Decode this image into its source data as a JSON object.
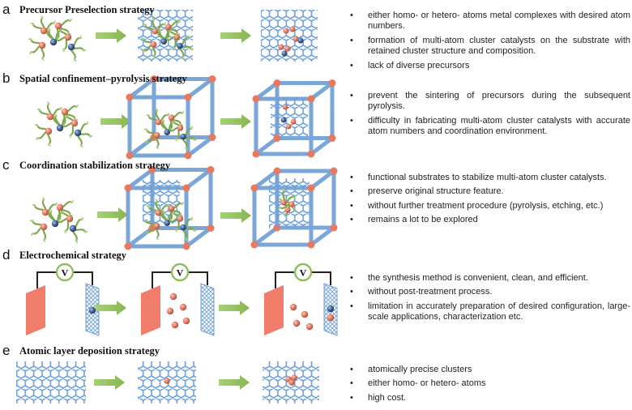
{
  "sections": [
    {
      "letter": "a",
      "title": "Precursor Preselection strategy",
      "bullets": [
        "either homo- or hetero- atoms metal complexes with desired atom numbers.",
        "formation of multi-atom cluster catalysts on the substrate with retained cluster structure and composition.",
        "lack of diverse precursors"
      ]
    },
    {
      "letter": "b",
      "title": "Spatial confinement–pyrolysis strategy",
      "bullets": [
        "prevent the sintering of precursors during the subsequent pyrolysis.",
        "difficulty in fabricating multi-atom cluster catalysts with accurate atom numbers and coordination environment."
      ]
    },
    {
      "letter": "c",
      "title": "Coordination stabilization strategy",
      "bullets": [
        "functional substrates to stabilize multi-atom cluster catalysts.",
        "preserve original structure feature.",
        "without further treatment procedure (pyrolysis, etching, etc.)",
        "remains a lot to be explored"
      ]
    },
    {
      "letter": "d",
      "title": "Electrochemical strategy",
      "voltmeter_label": "V",
      "bullets": [
        "the synthesis method is convenient, clean, and efficient.",
        "without post-treatment process.",
        "limitation in accurately preparation of desired configuration, large-scale applications, characterization etc."
      ]
    },
    {
      "letter": "e",
      "title": "Atomic layer deposition strategy",
      "bullets": [
        "atomically precise clusters",
        "either homo- or hetero- atoms",
        "high cost."
      ]
    }
  ],
  "colors": {
    "substrate_line": "#6f9fd6",
    "cage_frame": "#7aa6d8",
    "cage_node": "#e8785f",
    "arrow": "#8fbf5a",
    "metal_atom_red": "#e07a63",
    "metal_atom_blue": "#3e5f95",
    "ligand": "#7da84c",
    "electrode": "#f07c6a",
    "mesh_electrode": "#6f9fd6",
    "wire": "#222222",
    "voltmeter": "#8fbf5a"
  }
}
